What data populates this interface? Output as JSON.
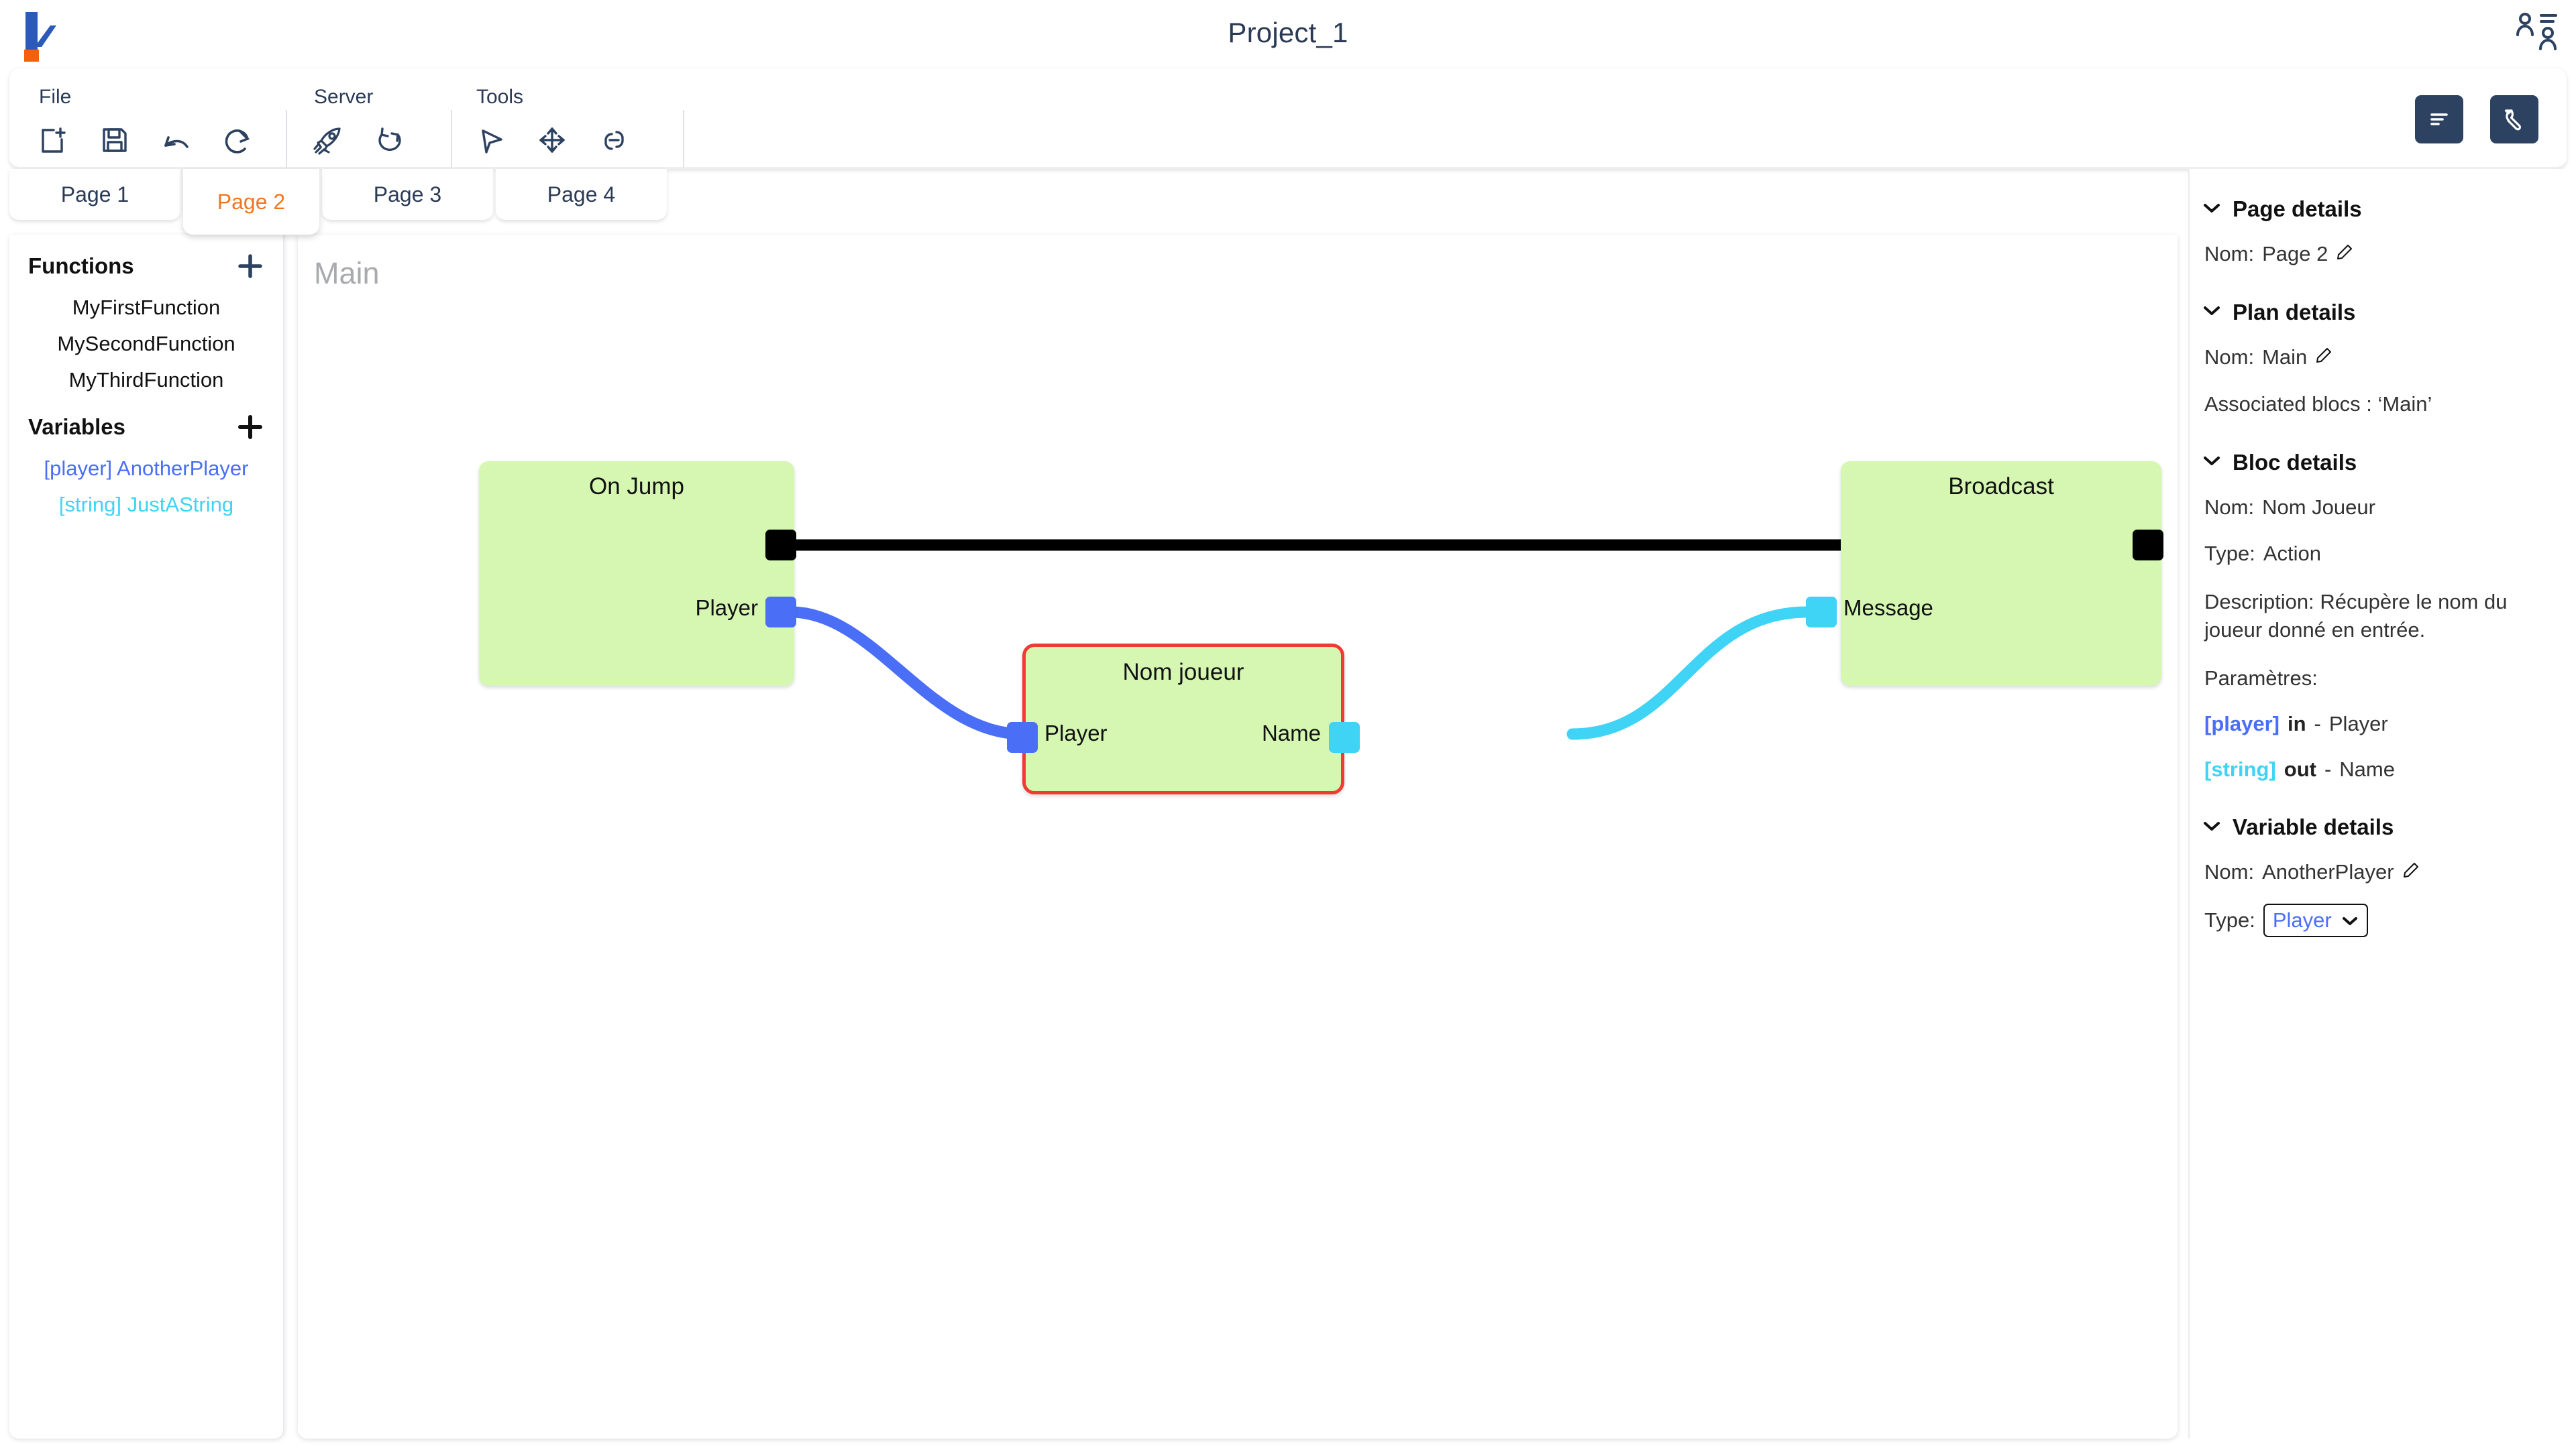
{
  "header": {
    "title": "Project_1",
    "logo_name": "logo-icon",
    "users_icon": "users-group-icon"
  },
  "toolbar": {
    "groups": [
      {
        "label": "File",
        "buttons": [
          {
            "name": "new-file-button",
            "icon": "new-file-icon"
          },
          {
            "name": "save-button",
            "icon": "save-floppy-icon"
          },
          {
            "name": "undo-button",
            "icon": "undo-arrow-icon"
          },
          {
            "name": "redo-button",
            "icon": "redo-arrow-icon"
          }
        ]
      },
      {
        "label": "Server",
        "buttons": [
          {
            "name": "deploy-button",
            "icon": "rocket-icon"
          },
          {
            "name": "refresh-button",
            "icon": "refresh-circular-icon"
          }
        ]
      },
      {
        "label": "Tools",
        "buttons": [
          {
            "name": "select-tool-button",
            "icon": "cursor-arrow-icon"
          },
          {
            "name": "move-tool-button",
            "icon": "move-cross-arrows-icon"
          },
          {
            "name": "link-tool-button",
            "icon": "chain-link-icon"
          }
        ]
      }
    ],
    "right_buttons": [
      {
        "name": "panel-toggle-button",
        "icon": "align-left-lines-icon"
      },
      {
        "name": "settings-button",
        "icon": "wrench-icon"
      }
    ]
  },
  "tabs": {
    "items": [
      {
        "label": "Page 1",
        "active": false
      },
      {
        "label": "Page 2",
        "active": true
      },
      {
        "label": "Page 3",
        "active": false
      },
      {
        "label": "Page 4",
        "active": false
      }
    ]
  },
  "sidebar": {
    "functions": {
      "title": "Functions",
      "add_icon": "plus-icon",
      "items": [
        {
          "label": "MyFirstFunction"
        },
        {
          "label": "MySecondFunction"
        },
        {
          "label": "MyThirdFunction"
        }
      ]
    },
    "variables": {
      "title": "Variables",
      "add_icon": "plus-icon",
      "items": [
        {
          "label": "[player] AnotherPlayer",
          "type": "player"
        },
        {
          "label": "[string] JustAString",
          "type": "string"
        }
      ]
    }
  },
  "canvas": {
    "label": "Main",
    "nodes": [
      {
        "name": "on-jump",
        "title": "On Jump",
        "selected": false,
        "ports": [
          {
            "name": "exec-out",
            "label": "",
            "kind": "exec"
          },
          {
            "name": "player-out",
            "label": "Player",
            "kind": "player"
          }
        ]
      },
      {
        "name": "nom-joueur",
        "title": "Nom joueur",
        "selected": true,
        "ports": [
          {
            "name": "player-in",
            "label": "Player",
            "kind": "player"
          },
          {
            "name": "name-out",
            "label": "Name",
            "kind": "string"
          }
        ]
      },
      {
        "name": "broadcast",
        "title": "Broadcast",
        "selected": false,
        "ports": [
          {
            "name": "message-in",
            "label": "Message",
            "kind": "string"
          },
          {
            "name": "exec-out",
            "label": "",
            "kind": "exec"
          }
        ]
      }
    ]
  },
  "right_panel": {
    "sections": [
      {
        "name": "page-details",
        "title": "Page details",
        "rows": [
          {
            "label": "Nom:",
            "value": "Page 2",
            "editable": true
          }
        ]
      },
      {
        "name": "plan-details",
        "title": "Plan details",
        "rows": [
          {
            "label": "Nom:",
            "value": "Main",
            "editable": true
          },
          {
            "label": "Associated blocs : ‘Main’",
            "value": "",
            "editable": false
          }
        ]
      },
      {
        "name": "bloc-details",
        "title": "Bloc details",
        "rows": [
          {
            "label": "Nom:",
            "value": "Nom Joueur",
            "editable": false
          },
          {
            "label": "Type:",
            "value": "Action",
            "editable": false
          },
          {
            "label": "Description:",
            "value": "Récupère le nom du joueur donné en entrée.",
            "editable": false
          },
          {
            "label": "Paramètres:",
            "value": "",
            "editable": false
          }
        ],
        "params": [
          {
            "type": "[player]",
            "type_kind": "player",
            "dir": "in",
            "sep": "-",
            "name": "Player"
          },
          {
            "type": "[string]",
            "type_kind": "string",
            "dir": "out",
            "sep": "-",
            "name": "Name"
          }
        ]
      },
      {
        "name": "variable-details",
        "title": "Variable details",
        "rows": [
          {
            "label": "Nom:",
            "value": "AnotherPlayer",
            "editable": true
          }
        ],
        "type_row": {
          "label": "Type:",
          "value": "Player",
          "chevron": "chevron-down-icon"
        }
      }
    ],
    "chevron_icon": "chevron-down-icon",
    "pencil_icon": "pencil-edit-icon"
  },
  "colors": {
    "accent_orange": "#ef7622",
    "navy": "#2d4260",
    "node_green": "#d5f7b2",
    "selected_red": "#ef3b32",
    "player_blue": "#4a6ef5",
    "string_cyan": "#3fd3f5",
    "exec_black": "#000000"
  }
}
